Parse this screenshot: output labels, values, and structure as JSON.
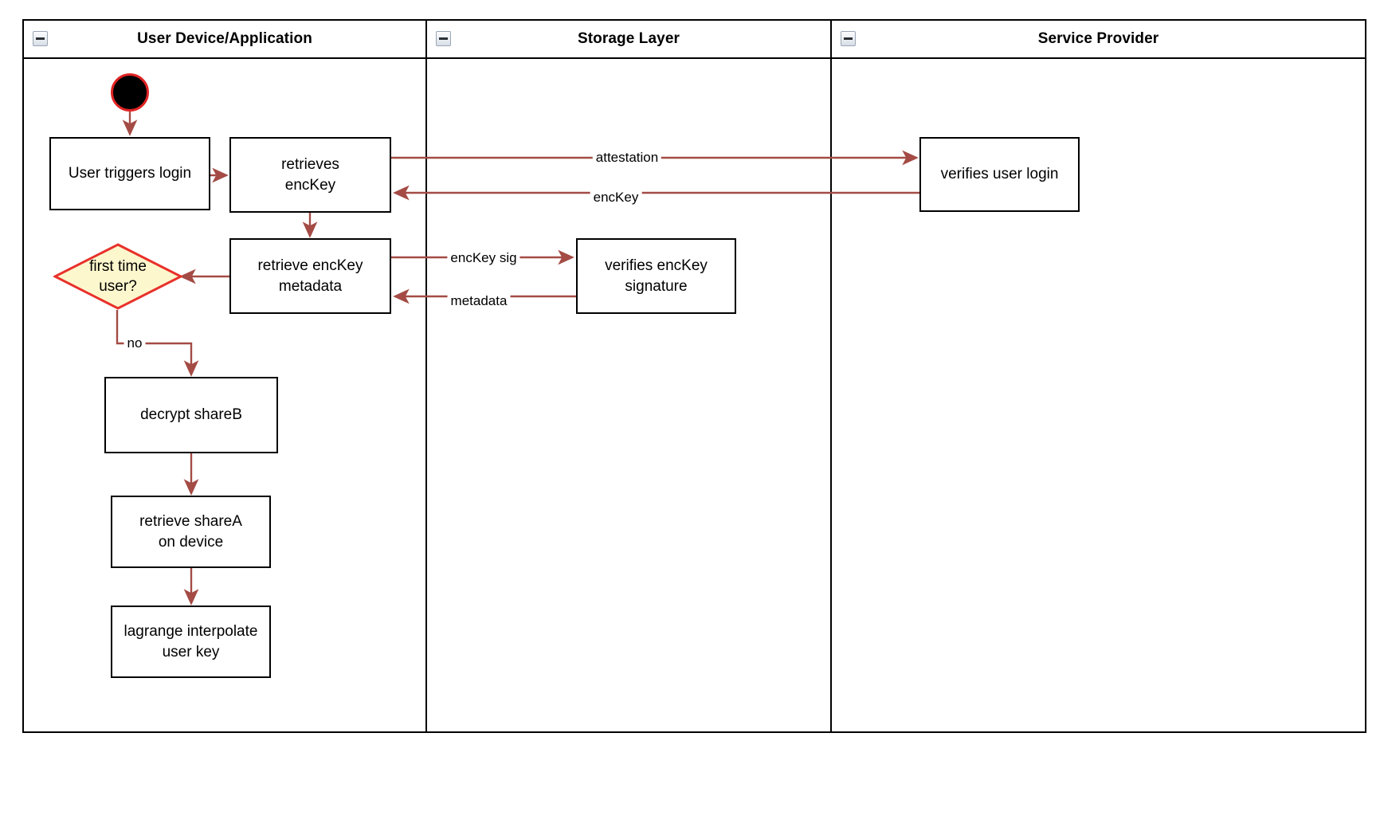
{
  "diagram": {
    "type": "swimlane-activity-diagram",
    "colors": {
      "edge": "#a44b45",
      "decision_fill": "#fdf7cd",
      "decision_stroke": "#e8302a",
      "start_fill": "#000000",
      "start_stroke": "#e02424",
      "node_stroke": "#000000",
      "lane_stroke": "#000000",
      "text": "#000000"
    },
    "lanes": [
      {
        "id": "lane-user-device",
        "title": "User Device/Application",
        "collapse_icon": "minus-box-icon"
      },
      {
        "id": "lane-storage",
        "title": "Storage Layer",
        "collapse_icon": "minus-box-icon"
      },
      {
        "id": "lane-service-provider",
        "title": "Service Provider",
        "collapse_icon": "minus-box-icon"
      }
    ],
    "nodes": [
      {
        "id": "start",
        "shape": "initial-node",
        "label": "",
        "lane": "lane-user-device"
      },
      {
        "id": "user-triggers-login",
        "shape": "activity",
        "label": "User triggers login",
        "lane": "lane-user-device"
      },
      {
        "id": "retrieves-enckey",
        "shape": "activity",
        "label": "retrieves\nencKey",
        "lane": "lane-user-device"
      },
      {
        "id": "retrieve-enckey-metadata",
        "shape": "activity",
        "label": "retrieve encKey\nmetadata",
        "lane": "lane-user-device"
      },
      {
        "id": "first-time-user",
        "shape": "decision",
        "label": "first time\nuser?",
        "lane": "lane-user-device"
      },
      {
        "id": "decrypt-shareb",
        "shape": "activity",
        "label": "decrypt shareB",
        "lane": "lane-user-device"
      },
      {
        "id": "retrieve-sharea-on-device",
        "shape": "activity",
        "label": "retrieve shareA\non device",
        "lane": "lane-user-device"
      },
      {
        "id": "lagrange-interpolate-user-key",
        "shape": "activity",
        "label": "lagrange interpolate\nuser key",
        "lane": "lane-user-device"
      },
      {
        "id": "verifies-enckey-signature",
        "shape": "activity",
        "label": "verifies encKey\nsignature",
        "lane": "lane-storage"
      },
      {
        "id": "verifies-user-login",
        "shape": "activity",
        "label": "verifies user login",
        "lane": "lane-service-provider"
      }
    ],
    "edges": [
      {
        "id": "edge-start-to-login",
        "from": "start",
        "to": "user-triggers-login",
        "label": ""
      },
      {
        "id": "edge-login-to-retrieves",
        "from": "user-triggers-login",
        "to": "retrieves-enckey",
        "label": ""
      },
      {
        "id": "edge-attestation",
        "from": "retrieves-enckey",
        "to": "verifies-user-login",
        "label": "attestation"
      },
      {
        "id": "edge-enckey-return",
        "from": "verifies-user-login",
        "to": "retrieves-enckey",
        "label": "encKey"
      },
      {
        "id": "edge-retrieves-to-metadata",
        "from": "retrieves-enckey",
        "to": "retrieve-enckey-metadata",
        "label": ""
      },
      {
        "id": "edge-enckey-sig",
        "from": "retrieve-enckey-metadata",
        "to": "verifies-enckey-signature",
        "label": "encKey sig"
      },
      {
        "id": "edge-metadata-return",
        "from": "verifies-enckey-signature",
        "to": "retrieve-enckey-metadata",
        "label": "metadata"
      },
      {
        "id": "edge-metadata-to-decision",
        "from": "retrieve-enckey-metadata",
        "to": "first-time-user",
        "label": ""
      },
      {
        "id": "edge-decision-no",
        "from": "first-time-user",
        "to": "decrypt-shareb",
        "label": "no"
      },
      {
        "id": "edge-shareb-to-sharea",
        "from": "decrypt-shareb",
        "to": "retrieve-sharea-on-device",
        "label": ""
      },
      {
        "id": "edge-sharea-to-lagrange",
        "from": "retrieve-sharea-on-device",
        "to": "lagrange-interpolate-user-key",
        "label": ""
      }
    ]
  }
}
